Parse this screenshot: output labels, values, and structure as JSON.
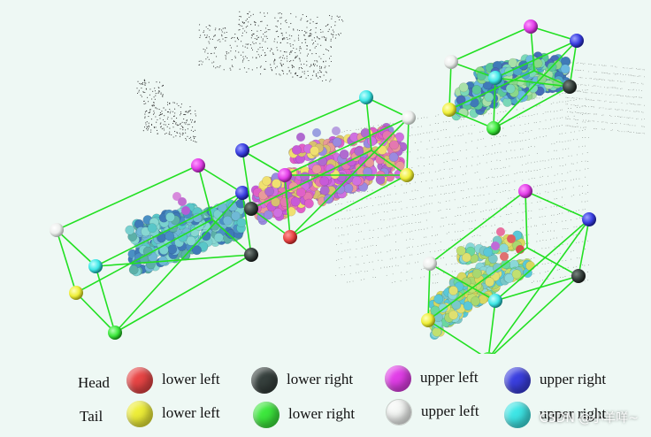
{
  "legend": {
    "head": {
      "label": "Head",
      "items": [
        {
          "label": "lower left",
          "color": "#e84545"
        },
        {
          "label": "lower right",
          "color": "#36403d"
        },
        {
          "label": "upper left",
          "color": "#e23ee8"
        },
        {
          "label": "upper right",
          "color": "#3a3fe0"
        }
      ]
    },
    "tail": {
      "label": "Tail",
      "items": [
        {
          "label": "lower left",
          "color": "#eeee38"
        },
        {
          "label": "lower right",
          "color": "#3de83d"
        },
        {
          "label": "upper left",
          "color": "#f6f8f6"
        },
        {
          "label": "upper right",
          "color": "#3ee6e6"
        }
      ]
    }
  },
  "watermark": "CSDN @小羊咩~",
  "colors": {
    "box_edge": "#22e022",
    "background": "#eef8f4",
    "lidar_points": "#2a2a2a"
  }
}
